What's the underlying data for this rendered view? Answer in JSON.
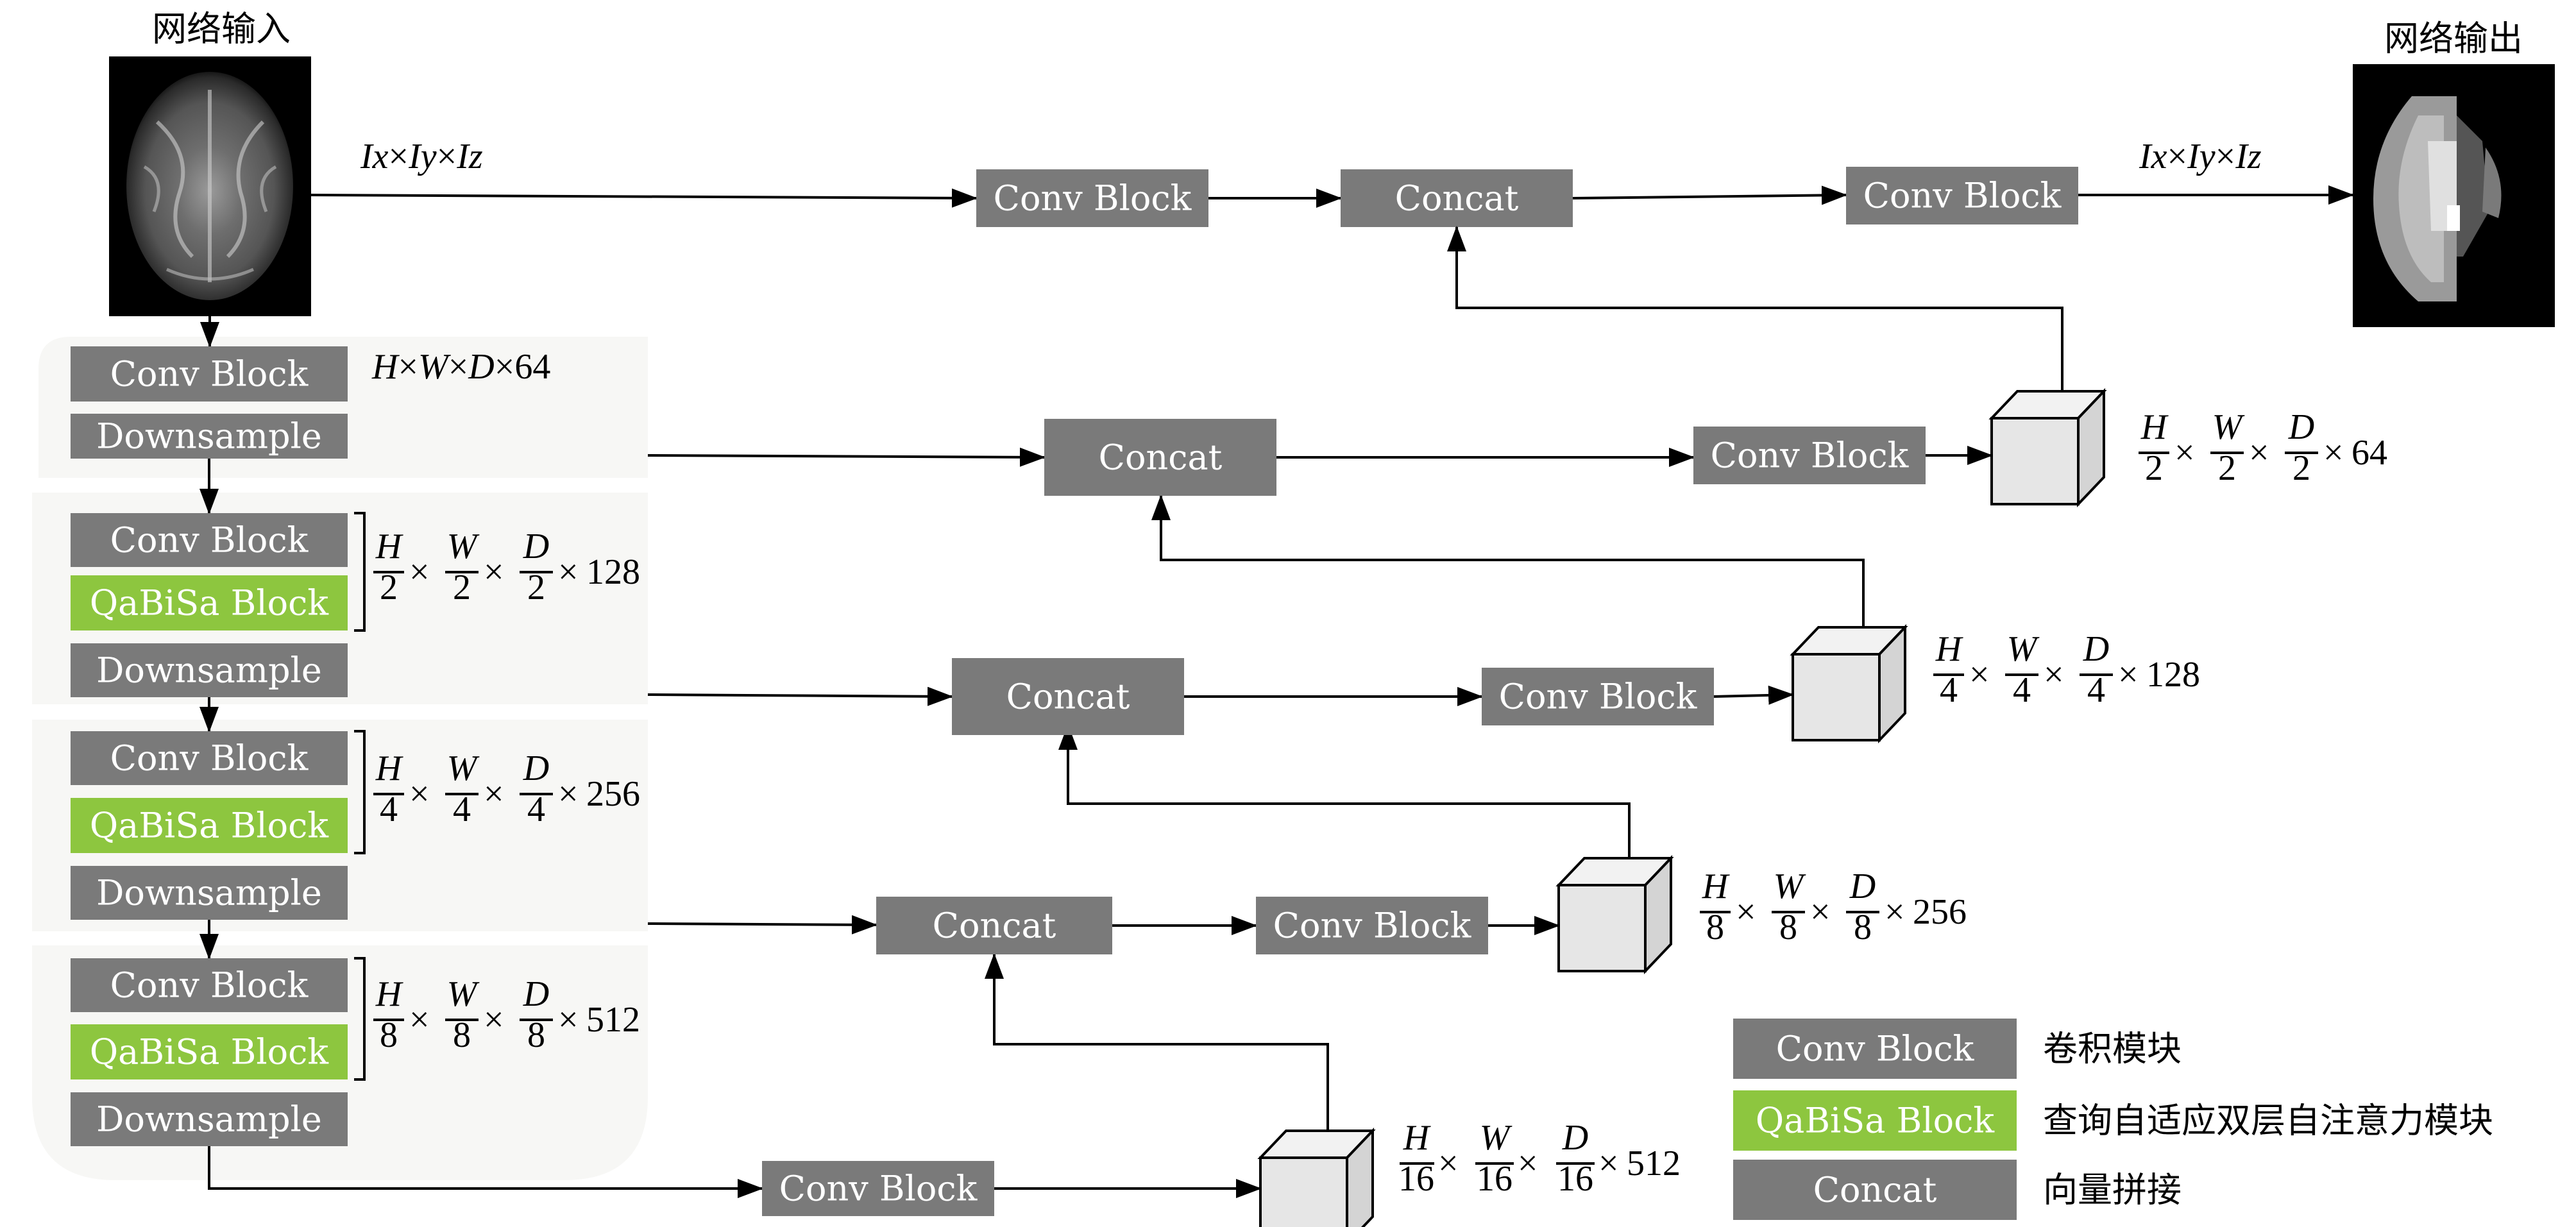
{
  "labels": {
    "input_title": "网络输入",
    "output_title": "网络输出",
    "conv_block": "Conv Block",
    "qabisa_block": "QaBiSa Block",
    "downsample": "Downsample",
    "concat": "Concat",
    "cross_sign": "×"
  },
  "dims": {
    "input": {
      "a": "Ix",
      "b": "Iy",
      "c": "Iz"
    },
    "output": {
      "a": "Ix",
      "b": "Iy",
      "c": "Iz"
    },
    "stage1": {
      "h": "H",
      "w": "W",
      "d": "D",
      "ch": "64"
    },
    "frac_vars": {
      "h": "H",
      "w": "W",
      "d": "D"
    },
    "stage2": {
      "den": "2",
      "ch": "128"
    },
    "stage3": {
      "den": "4",
      "ch": "256"
    },
    "stage4": {
      "den": "8",
      "ch": "512"
    },
    "dec1": {
      "den": "2",
      "ch": "64"
    },
    "dec2": {
      "den": "4",
      "ch": "128"
    },
    "dec3": {
      "den": "8",
      "ch": "256"
    },
    "bottleneck": {
      "den": "16",
      "ch": "512"
    }
  },
  "legend": [
    {
      "key": "Conv Block",
      "desc": "卷积模块"
    },
    {
      "key": "QaBiSa Block",
      "desc": "查询自适应双层自注意力模块"
    },
    {
      "key": "Concat",
      "desc": "向量拼接"
    }
  ],
  "colors": {
    "gray_block": "#7a7a7a",
    "green_block": "#8dc63f",
    "panel_bg": "#f7f7f5",
    "cube_face": "#e6e6e6"
  }
}
